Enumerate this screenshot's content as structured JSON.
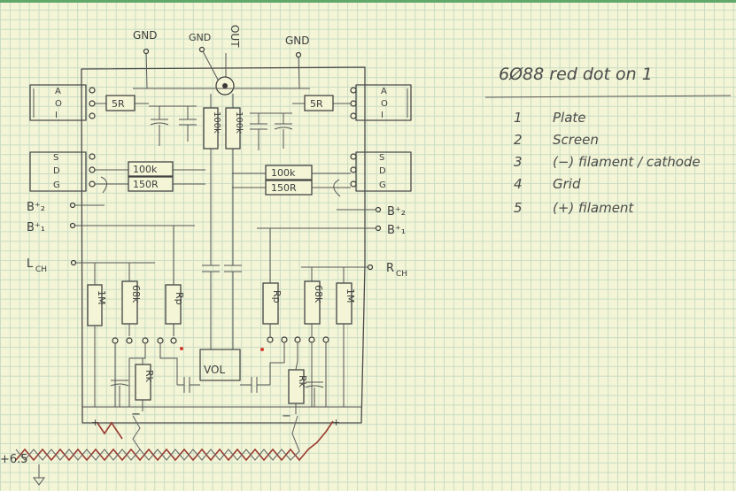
{
  "labels": {
    "gnd_left": "GND",
    "gnd_mid": "GND",
    "out": "OUT",
    "gnd_right": "GND",
    "left_a": "A",
    "left_o": "O",
    "left_i": "I",
    "left_s": "S",
    "left_d": "D",
    "left_g": "G",
    "right_a": "A",
    "right_o": "O",
    "right_i": "I",
    "right_s": "S",
    "right_d": "D",
    "right_g": "G",
    "b2_left": "B⁺₂",
    "b1_left": "B⁺₁",
    "b2_right": "B⁺₂",
    "b1_right": "B⁺₁",
    "lch": "L",
    "lch_sub": "CH",
    "rch": "R",
    "rch_sub": "CH",
    "power": "+6.5",
    "plus_left": "+",
    "minus_left": "−",
    "minus_right": "−",
    "plus_right": "+"
  },
  "components": {
    "r5_left": "5R",
    "r5_right": "5R",
    "r100k_left": "100k",
    "r150_left": "150R",
    "r100k_right": "100k",
    "r150_right": "150R",
    "r100k_v1": "100k",
    "r100k_v2": "100k",
    "r1m_left": "1M",
    "r68k_left": "68k",
    "rp_left": "Rp",
    "rp_right": "Rp",
    "r68k_right": "68k",
    "r1m_right": "1M",
    "rk_left": "Rk",
    "rk_right": "Rk",
    "vol": "VOL"
  },
  "legend": {
    "title": "6Ø88 red dot on 1",
    "items": [
      {
        "num": "1",
        "text": "Plate"
      },
      {
        "num": "2",
        "text": "Screen"
      },
      {
        "num": "3",
        "text": "(−) filament / cathode"
      },
      {
        "num": "4",
        "text": "Grid"
      },
      {
        "num": "5",
        "text": "(+) filament"
      }
    ]
  },
  "colors": {
    "paper": "#f3f5d6",
    "grid": "#c9dcc4",
    "pencil": "#4a4a4a",
    "heater_red": "#9a3a32",
    "pin_dot": "#d23a2a",
    "top_rule": "#5fa86a"
  }
}
